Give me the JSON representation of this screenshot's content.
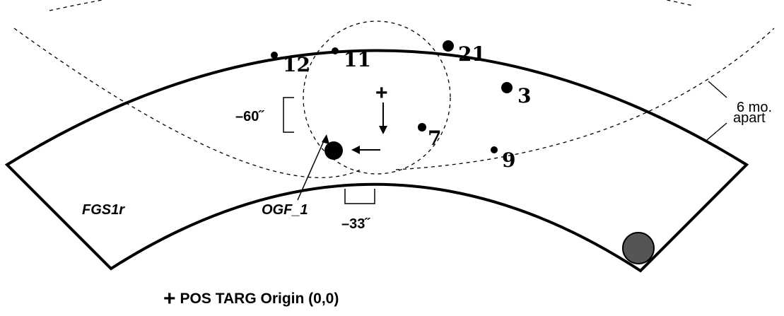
{
  "field_label": "FGS1r",
  "guide_star_label": "OGF_1",
  "offsets": {
    "y_offset": "–60˝",
    "x_offset": "–33˝"
  },
  "annotation": {
    "line1": "6 mo.",
    "line2": "apart"
  },
  "stars": [
    {
      "label": "12"
    },
    {
      "label": "11"
    },
    {
      "label": "21"
    },
    {
      "label": "3"
    },
    {
      "label": "7"
    },
    {
      "label": "9"
    }
  ],
  "legend": {
    "symbol": "+",
    "text": "POS TARG Origin (0,0)"
  },
  "colors": {
    "outline": "#000000",
    "pickle_marker": "#555555"
  }
}
